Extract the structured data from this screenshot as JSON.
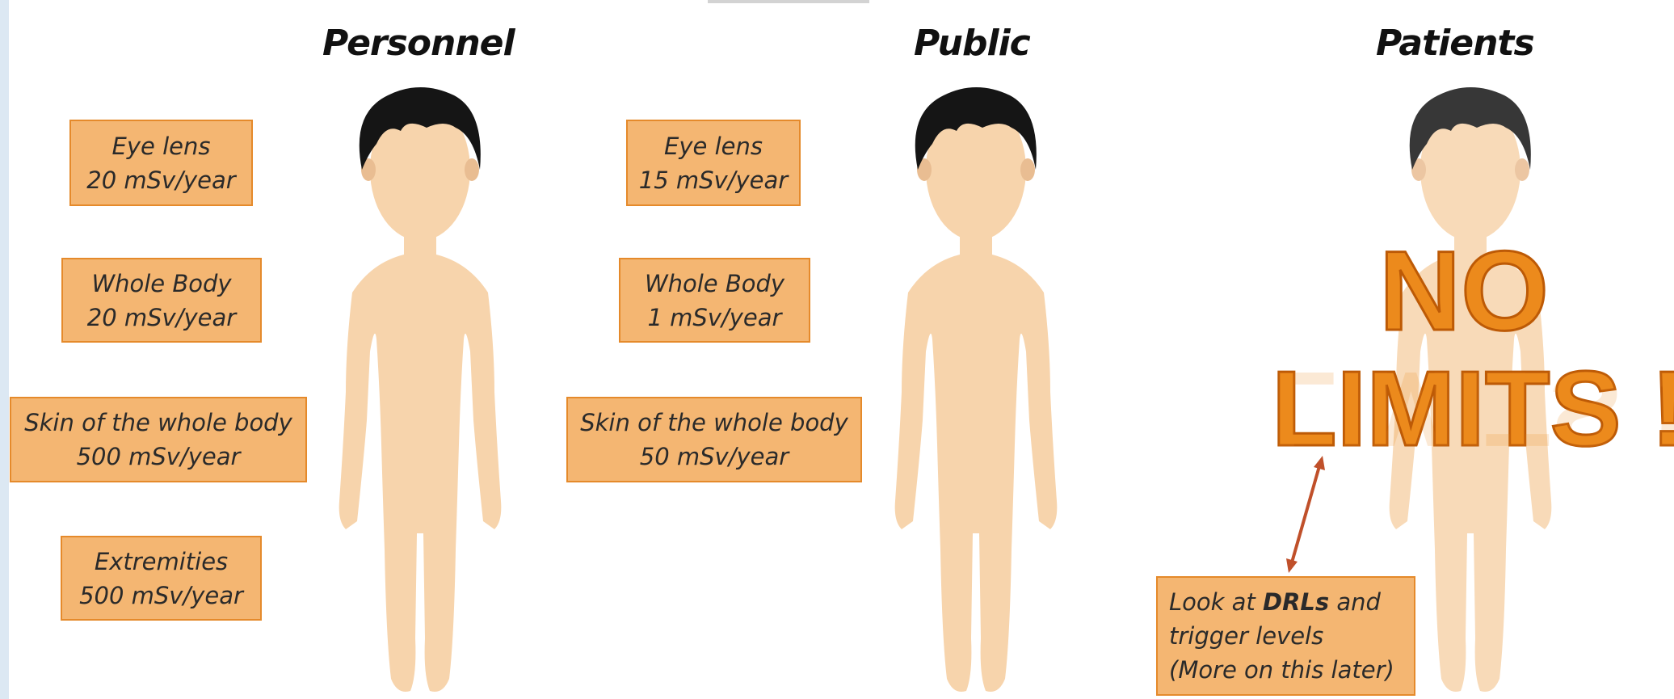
{
  "headings": {
    "personnel": "Personnel",
    "public": "Public",
    "patients": "Patients"
  },
  "personnel_limits": [
    {
      "label": "Eye lens",
      "value": "20 mSv/year"
    },
    {
      "label": "Whole Body",
      "value": "20 mSv/year"
    },
    {
      "label": "Skin of the whole body",
      "value": "500 mSv/year"
    },
    {
      "label": "Extremities",
      "value": "500 mSv/year"
    }
  ],
  "public_limits": [
    {
      "label": "Eye lens",
      "value": "15 mSv/year"
    },
    {
      "label": "Whole Body",
      "value": "1 mSv/year"
    },
    {
      "label": "Skin of the whole body",
      "value": "50 mSv/year"
    }
  ],
  "patients": {
    "line1": "NO",
    "line2": "LIMITS !",
    "note": {
      "prefix": "Look at ",
      "bold": "DRLs",
      "suffix": " and",
      "line2": "trigger levels",
      "line3": "(More on this later)"
    }
  },
  "colors": {
    "box_fill": "#f4b672",
    "box_border": "#e58a2b",
    "no_limits_text": "#ec8a1c",
    "skin": "#f7d4ac",
    "hair": "#151515",
    "arrow": "#c0502a"
  }
}
